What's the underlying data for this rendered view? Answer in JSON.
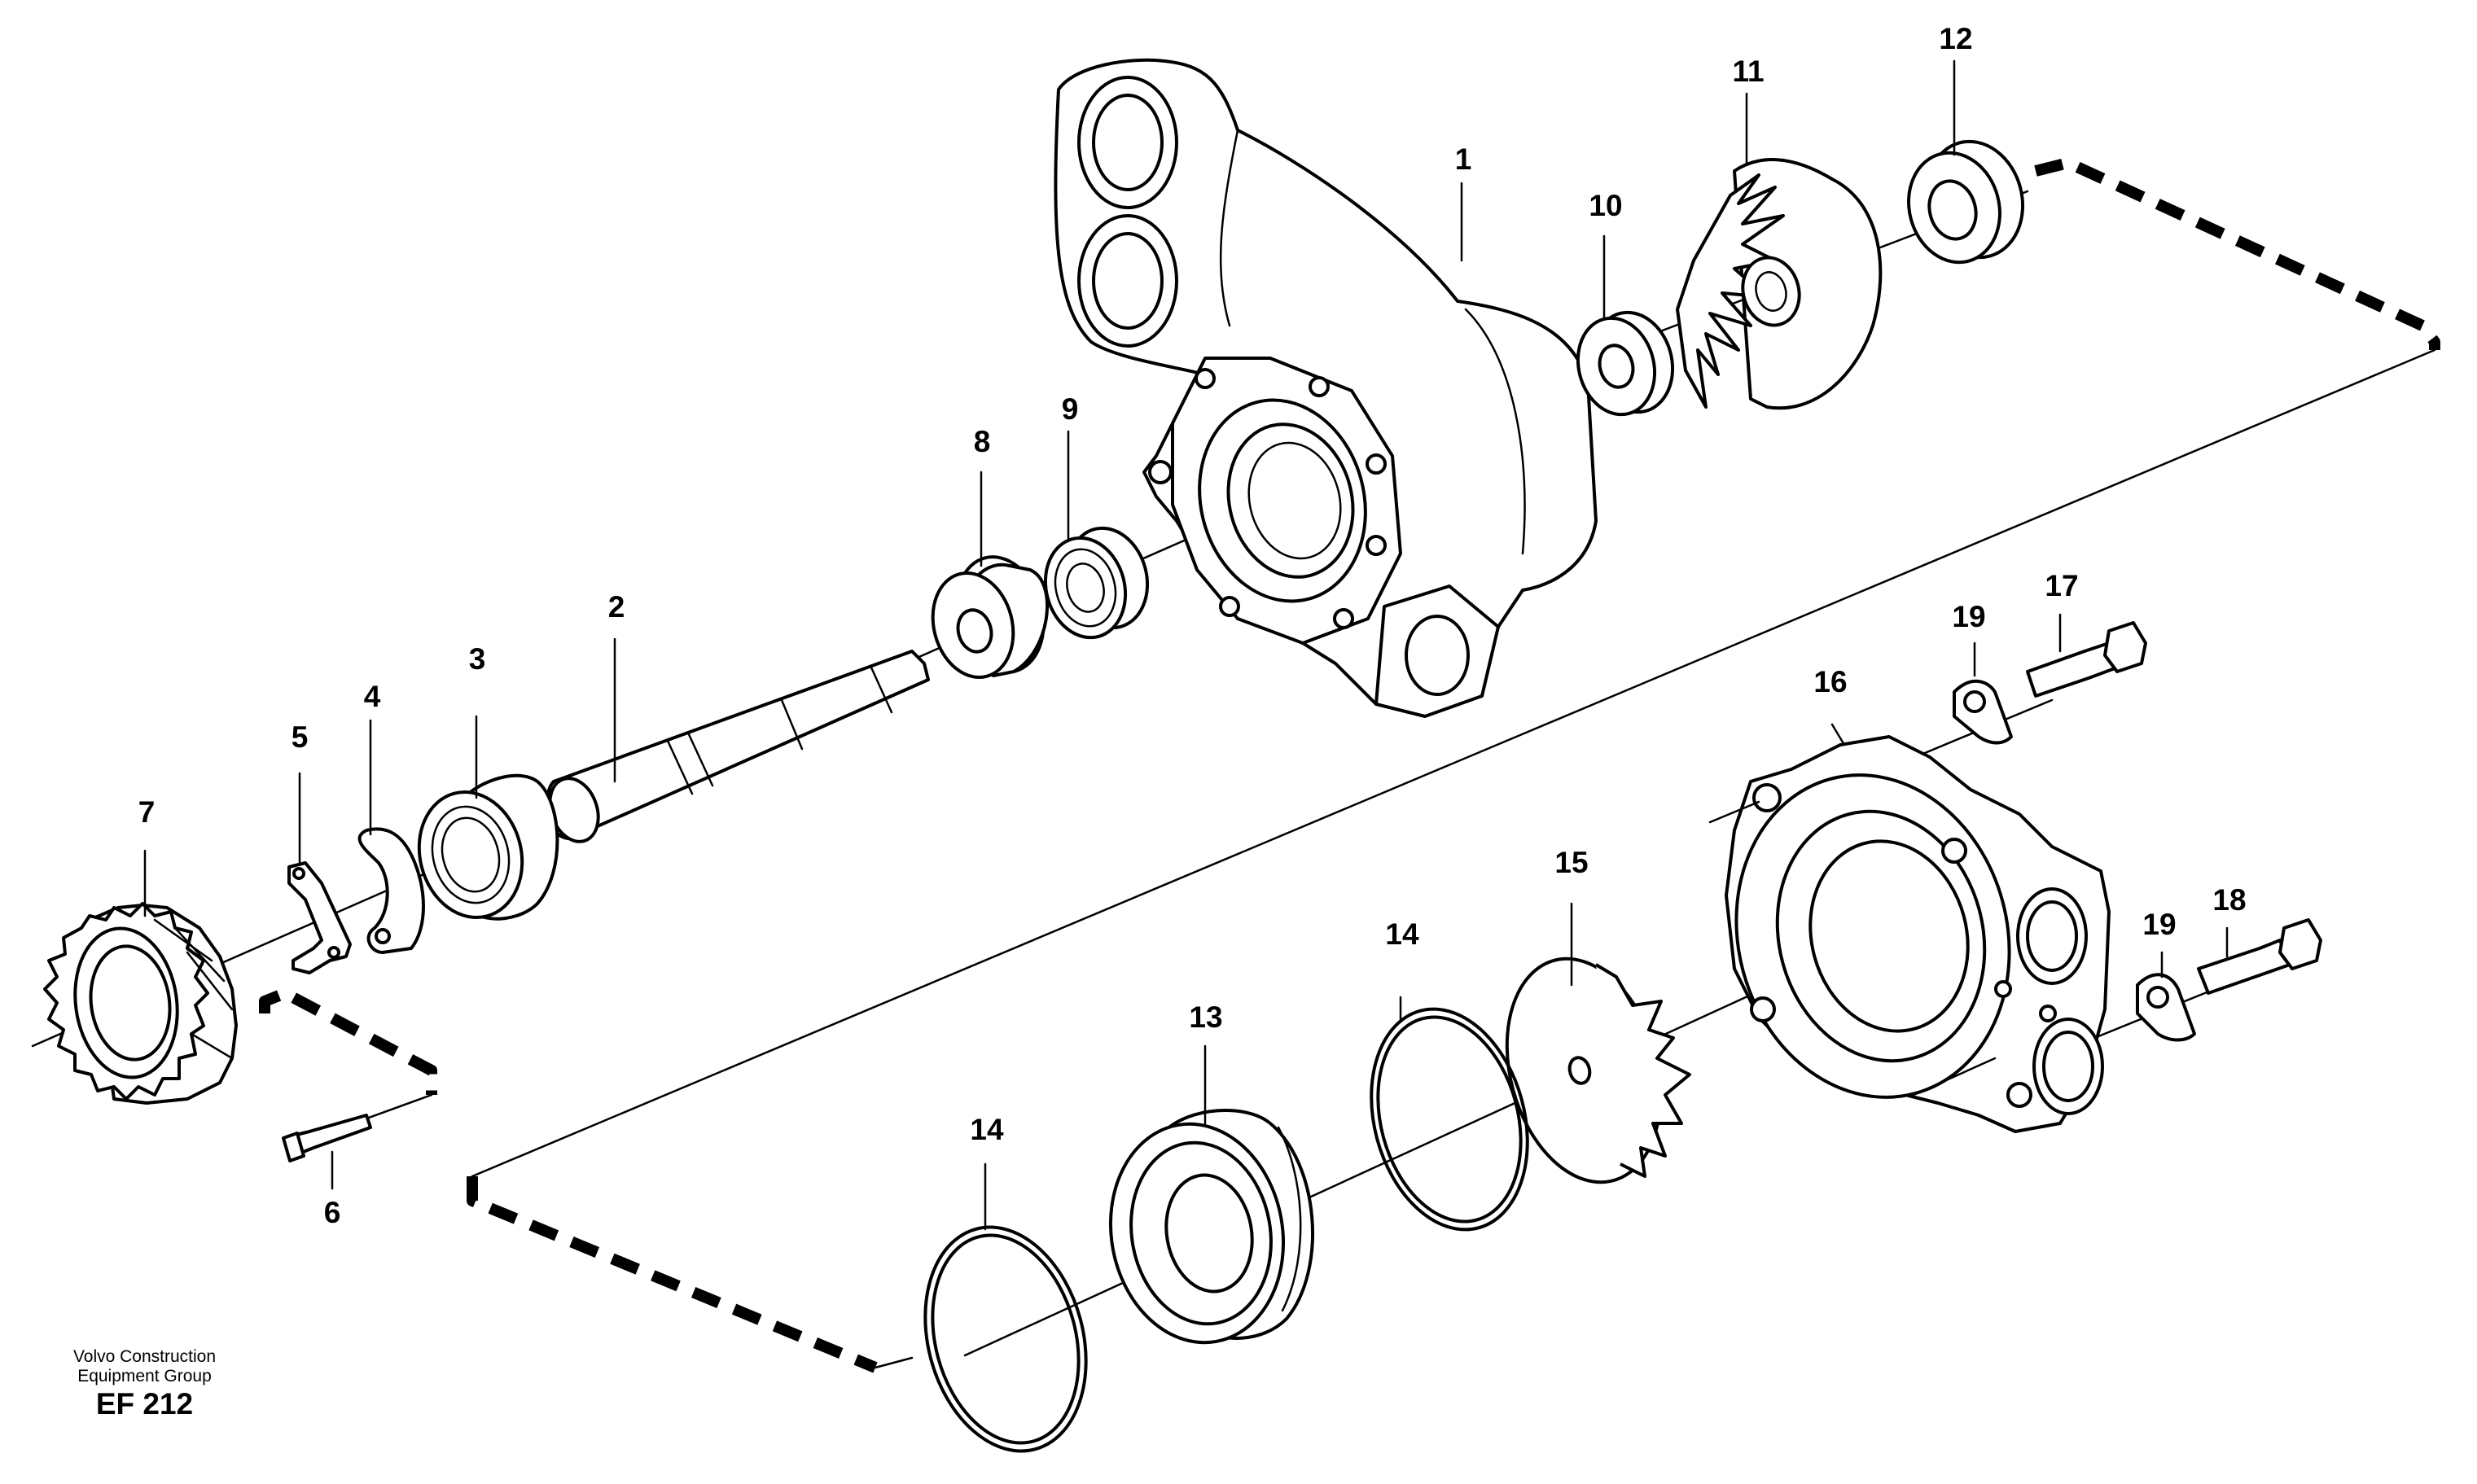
{
  "diagram": {
    "part_numbers": [
      "1",
      "2",
      "3",
      "4",
      "5",
      "6",
      "7",
      "8",
      "9",
      "10",
      "11",
      "12",
      "13",
      "14",
      "14",
      "15",
      "16",
      "17",
      "18",
      "19",
      "19"
    ]
  },
  "credit": {
    "line1": "Volvo Construction",
    "line2": "Equipment Group",
    "code": "EF 212"
  }
}
